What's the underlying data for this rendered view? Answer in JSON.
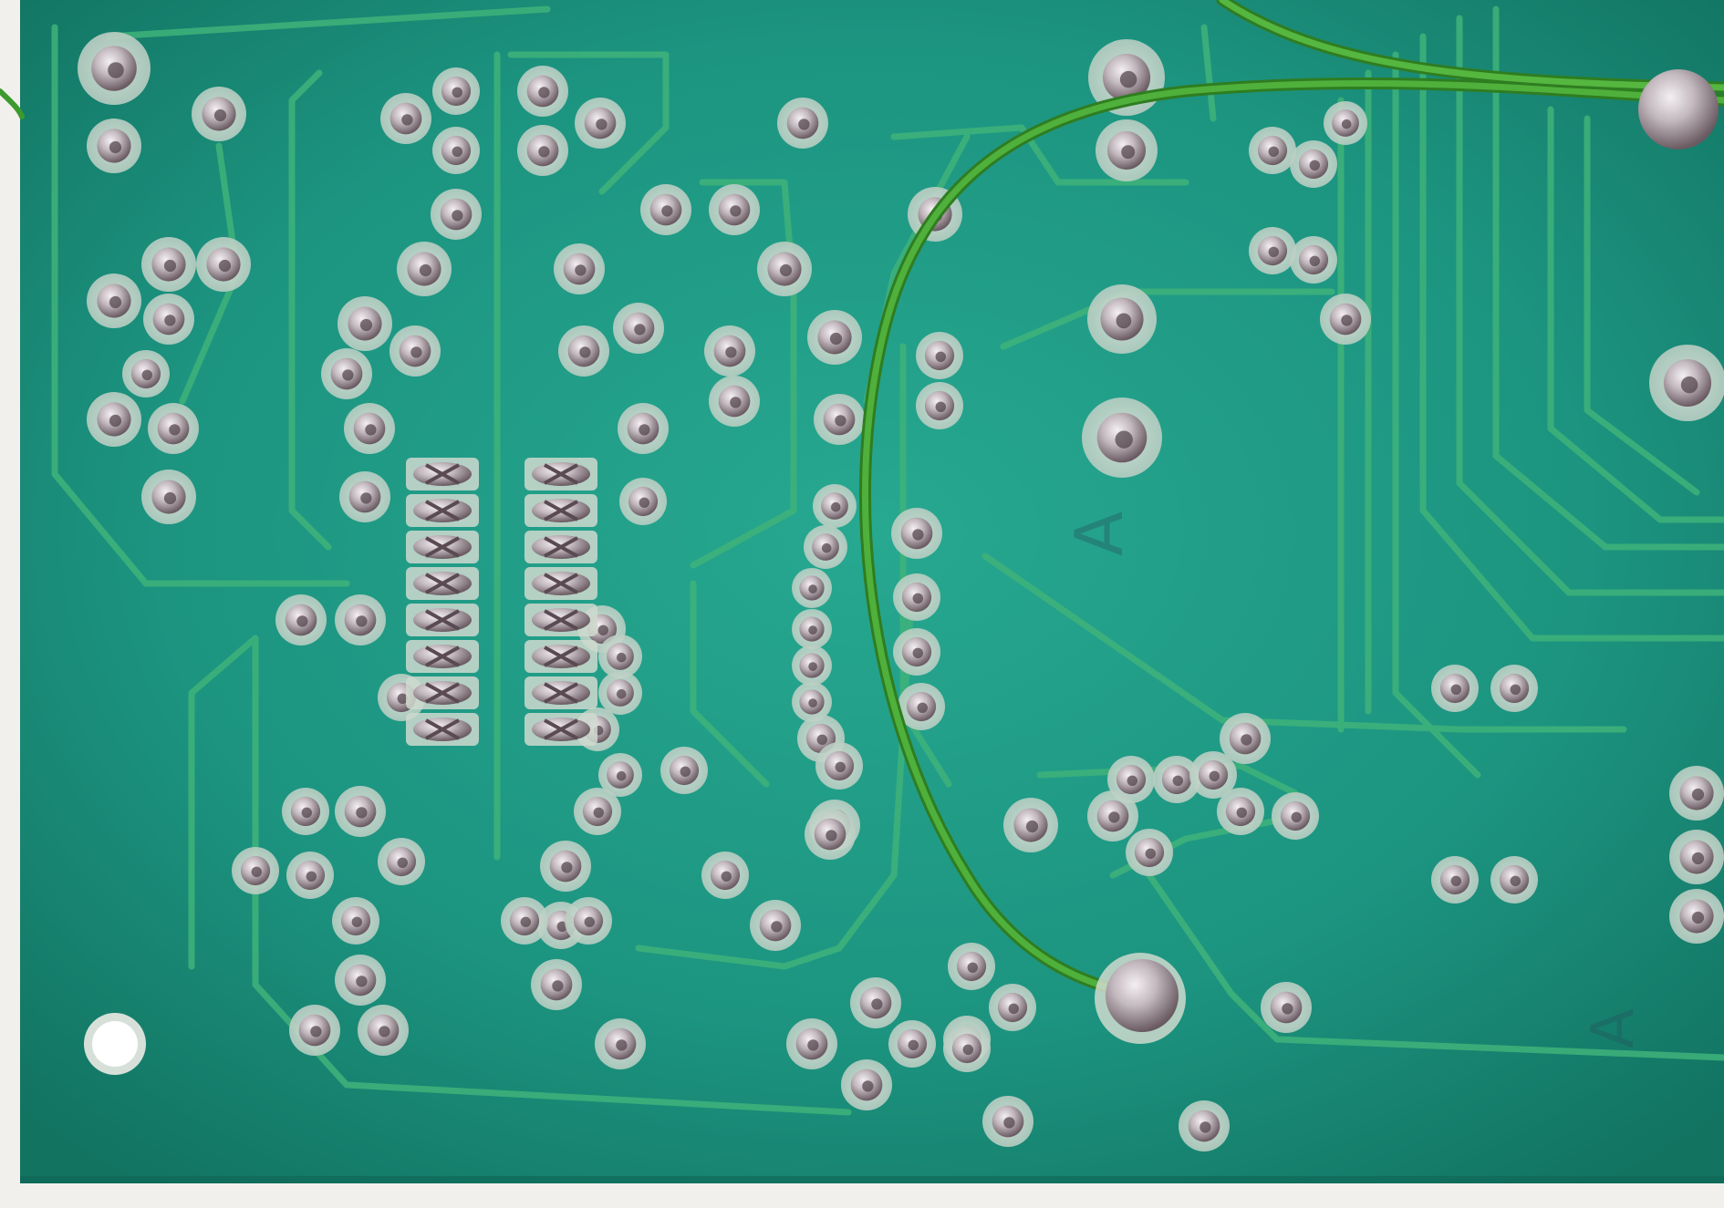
{
  "photo": {
    "subject": "pcb-solder-side",
    "silkscreen_marks": [
      "A",
      "A"
    ],
    "colors": {
      "background": "#f2f0ec",
      "board": "#1f9c86",
      "board_dark": "#137a68",
      "trace": "#3fb37a",
      "pad_mask": "#cfd9cf",
      "solder": "#c9c2c8",
      "solder_dark": "#6e5f66",
      "wire": "#3d9a2e"
    },
    "icons": {
      "mounting_hole": "white-circle",
      "solder_joint": "silver-disc"
    }
  }
}
